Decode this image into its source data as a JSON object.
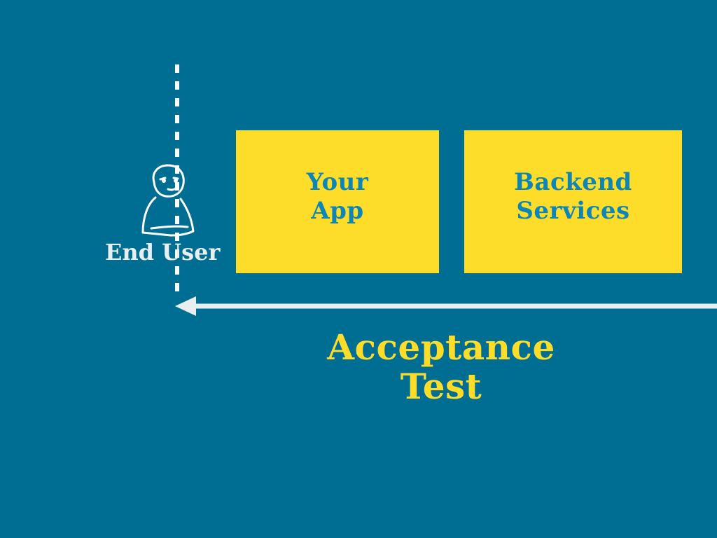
{
  "diagram": {
    "end_user": {
      "label": "End User"
    },
    "boxes": [
      {
        "line1": "Your",
        "line2": "App"
      },
      {
        "line1": "Backend",
        "line2": "Services"
      }
    ],
    "test": {
      "line1": "Acceptance",
      "line2": "Test"
    }
  },
  "colors": {
    "background": "#006e93",
    "box_fill": "#fddd2a",
    "box_text": "#0b86b6",
    "test_text": "#fddd2a",
    "arrow": "#e9eef0",
    "user_label": "#e9eef0"
  }
}
